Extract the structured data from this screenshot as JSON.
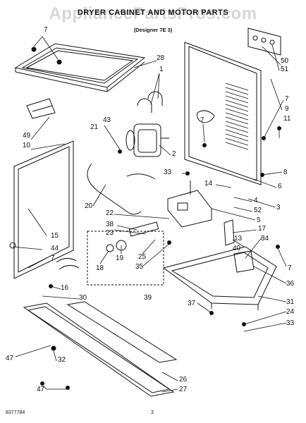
{
  "header": {
    "title": "DRYER CABINET AND MOTOR PARTS",
    "line1": "",
    "line2": "(Designer 7E 3)"
  },
  "watermark": "AppliancePartsPros.com",
  "footer": {
    "code": "8377784",
    "page": "3"
  },
  "callouts": [
    {
      "id": "c7a",
      "text": "7"
    },
    {
      "id": "c28",
      "text": "28"
    },
    {
      "id": "c1",
      "text": "1"
    },
    {
      "id": "c43",
      "text": "43"
    },
    {
      "id": "c21",
      "text": "21"
    },
    {
      "id": "c49",
      "text": "49"
    },
    {
      "id": "c10",
      "text": "10"
    },
    {
      "id": "c2",
      "text": "2"
    },
    {
      "id": "c7b",
      "text": "7"
    },
    {
      "id": "c50",
      "text": "50"
    },
    {
      "id": "c51",
      "text": "51"
    },
    {
      "id": "c7c",
      "text": "7"
    },
    {
      "id": "c9",
      "text": "9"
    },
    {
      "id": "c11",
      "text": "11"
    },
    {
      "id": "c8",
      "text": "8"
    },
    {
      "id": "c6",
      "text": "6"
    },
    {
      "id": "c33a",
      "text": "33"
    },
    {
      "id": "c14",
      "text": "14"
    },
    {
      "id": "c3",
      "text": "3"
    },
    {
      "id": "c4",
      "text": "4"
    },
    {
      "id": "c52",
      "text": "52"
    },
    {
      "id": "c5",
      "text": "5"
    },
    {
      "id": "c20",
      "text": "20"
    },
    {
      "id": "c22",
      "text": "22"
    },
    {
      "id": "c38",
      "text": "38"
    },
    {
      "id": "c23",
      "text": "23"
    },
    {
      "id": "c15",
      "text": "15"
    },
    {
      "id": "c44",
      "text": "44"
    },
    {
      "id": "c7d",
      "text": "7"
    },
    {
      "id": "c17",
      "text": "17"
    },
    {
      "id": "c13",
      "text": "13"
    },
    {
      "id": "c34",
      "text": "34"
    },
    {
      "id": "c40",
      "text": "40"
    },
    {
      "id": "c19",
      "text": "19"
    },
    {
      "id": "c25",
      "text": "25"
    },
    {
      "id": "c18",
      "text": "18"
    },
    {
      "id": "c35",
      "text": "35"
    },
    {
      "id": "c7e",
      "text": "7"
    },
    {
      "id": "c36",
      "text": "36"
    },
    {
      "id": "c16",
      "text": "16"
    },
    {
      "id": "c30",
      "text": "30"
    },
    {
      "id": "c39",
      "text": "39"
    },
    {
      "id": "c37",
      "text": "37"
    },
    {
      "id": "c31",
      "text": "31"
    },
    {
      "id": "c24",
      "text": "24"
    },
    {
      "id": "c33b",
      "text": "33"
    },
    {
      "id": "c47a",
      "text": "47"
    },
    {
      "id": "c32",
      "text": "32"
    },
    {
      "id": "c26",
      "text": "26"
    },
    {
      "id": "c27",
      "text": "27"
    },
    {
      "id": "c47b",
      "text": "47"
    }
  ]
}
